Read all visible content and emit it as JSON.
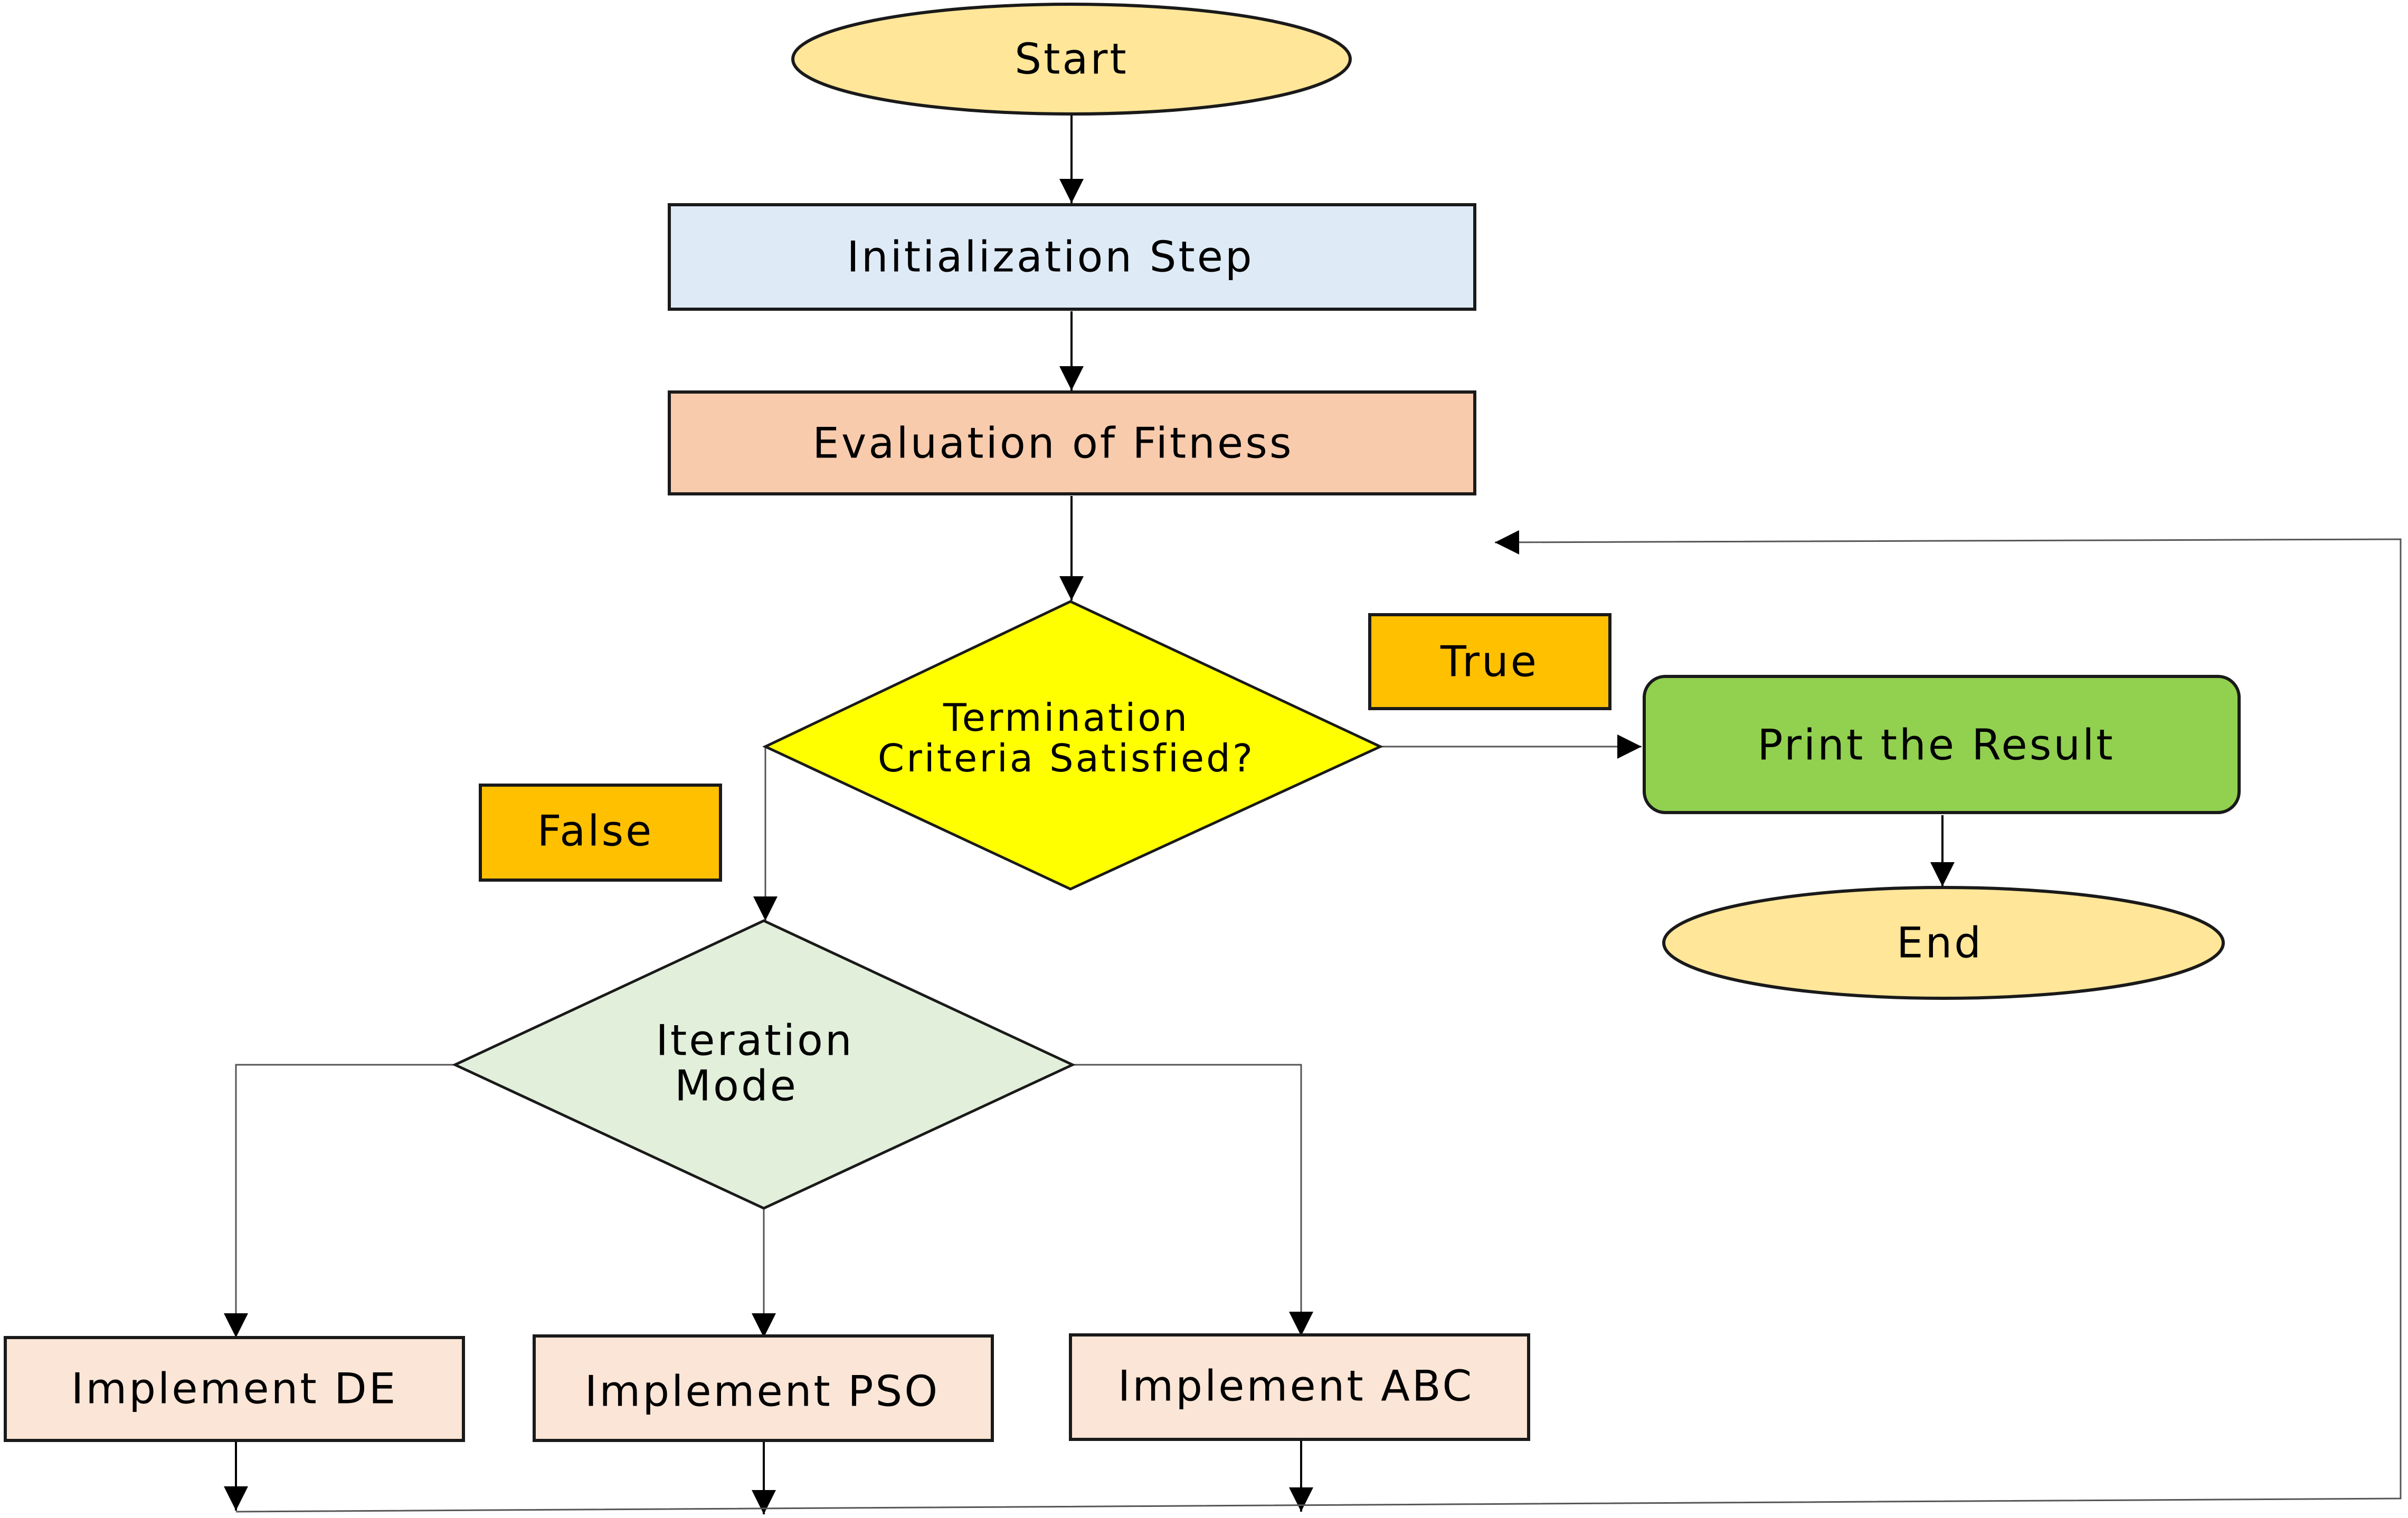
{
  "nodes": {
    "start": {
      "label": "Start"
    },
    "init": {
      "label": "Initialization Step"
    },
    "eval": {
      "label": "Evaluation of Fitness"
    },
    "termination": {
      "line1": "Termination",
      "line2": "Criteria Satisfied?"
    },
    "true_tag": {
      "label": "True"
    },
    "false_tag": {
      "label": "False"
    },
    "print": {
      "label": "Print the Result"
    },
    "end": {
      "label": "End"
    },
    "iteration": {
      "line1": "Iteration",
      "line2": "Mode"
    },
    "de": {
      "label": "Implement DE"
    },
    "pso": {
      "label": "Implement PSO"
    },
    "abc": {
      "label": "Implement ABC"
    }
  },
  "colors": {
    "terminal": "#ffe699",
    "init": "#deebf7",
    "eval": "#f8cbad",
    "decision_termination": "#ffff00",
    "decision_iteration": "#e2efda",
    "tag": "#ffc000",
    "result": "#92d050",
    "implement": "#fbe5d6"
  }
}
